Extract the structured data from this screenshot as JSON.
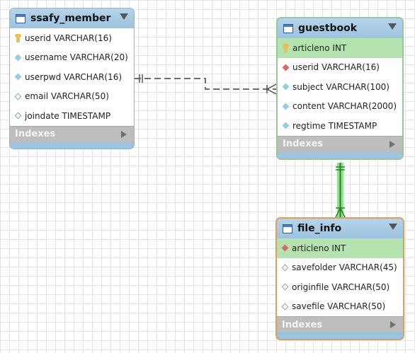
{
  "tables": {
    "member": {
      "name": "ssafy_member",
      "columns": [
        {
          "label": "userid VARCHAR(16)",
          "icon": "primary-key-icon"
        },
        {
          "label": "username VARCHAR(20)",
          "icon": "not-null-column-icon"
        },
        {
          "label": "userpwd VARCHAR(16)",
          "icon": "not-null-column-icon"
        },
        {
          "label": "email VARCHAR(50)",
          "icon": "nullable-column-icon"
        },
        {
          "label": "joindate TIMESTAMP",
          "icon": "nullable-column-icon"
        }
      ],
      "footer": "Indexes"
    },
    "guestbook": {
      "name": "guestbook",
      "columns": [
        {
          "label": "articleno INT",
          "icon": "primary-key-icon"
        },
        {
          "label": "userid VARCHAR(16)",
          "icon": "foreign-key-icon"
        },
        {
          "label": "subject VARCHAR(100)",
          "icon": "not-null-column-icon"
        },
        {
          "label": "content VARCHAR(2000)",
          "icon": "not-null-column-icon"
        },
        {
          "label": "regtime TIMESTAMP",
          "icon": "not-null-column-icon"
        }
      ],
      "footer": "Indexes"
    },
    "file_info": {
      "name": "file_info",
      "columns": [
        {
          "label": "articleno INT",
          "icon": "foreign-key-icon"
        },
        {
          "label": "savefolder VARCHAR(45)",
          "icon": "nullable-column-icon"
        },
        {
          "label": "originfile VARCHAR(50)",
          "icon": "nullable-column-icon"
        },
        {
          "label": "savefile VARCHAR(50)",
          "icon": "nullable-column-icon"
        }
      ],
      "footer": "Indexes"
    }
  },
  "relationships": [
    {
      "from": "ssafy_member",
      "to": "guestbook",
      "style": "dashed",
      "color": "#666666"
    },
    {
      "from": "guestbook",
      "to": "file_info",
      "style": "solid",
      "color": "#2f7a2f",
      "highlight": "#8fe08f"
    }
  ],
  "colors": {
    "header": "#9cc3df",
    "selected_row": "#b5e3af",
    "guestbook_border": "#98c69c",
    "file_info_border": "#d9a066",
    "footer": "#bdbdbd"
  }
}
